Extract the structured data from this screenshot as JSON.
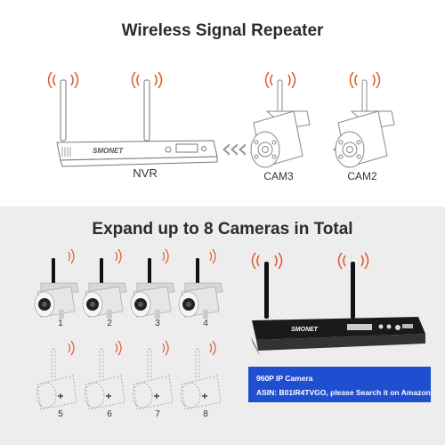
{
  "titles": {
    "top": "Wireless Signal Repeater",
    "bottom": "Expand up to 8 Cameras in Total"
  },
  "labels": {
    "nvr": "NVR",
    "cam3": "CAM3",
    "cam2": "CAM2"
  },
  "brand": "SMONET",
  "camera_numbers": [
    "1",
    "2",
    "3",
    "4",
    "5",
    "6",
    "7",
    "8"
  ],
  "info": {
    "line1": "960P IP Camera",
    "line2": "ASIN: B01IR4TVGO, please Search it on Amazon"
  },
  "colors": {
    "signal": "#e0592a",
    "info_bg": "#1f4fd0",
    "section_bg": "#ededed"
  }
}
